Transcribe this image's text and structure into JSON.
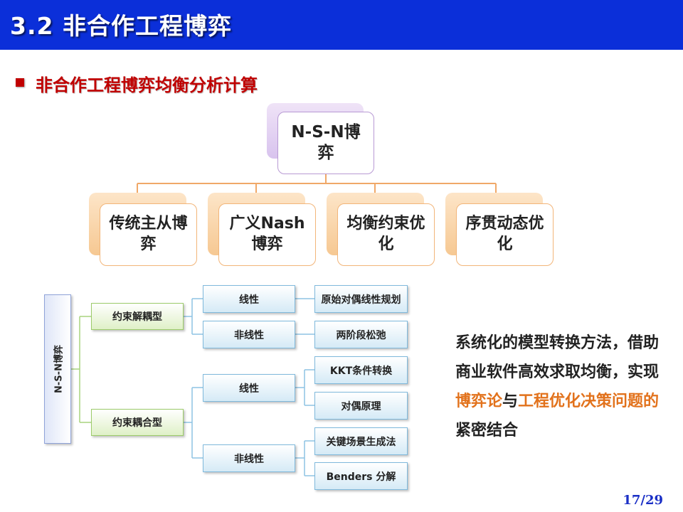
{
  "header": {
    "title": "3.2 非合作工程博弈"
  },
  "subtitle": "非合作工程博弈均衡分析计算",
  "top_tree": {
    "root": "N-S-N博弈",
    "categories": [
      "传统主从博弈",
      "广义Nash博弈",
      "均衡约束优化",
      "序贯动态优化"
    ]
  },
  "bottom_tree": {
    "root": "N-S-N博弈",
    "groups": [
      {
        "label": "约束解耦型",
        "children": [
          {
            "label": "线性",
            "methods": [
              "原始对偶线性规划"
            ]
          },
          {
            "label": "非线性",
            "methods": [
              "两阶段松弛"
            ]
          }
        ]
      },
      {
        "label": "约束耦合型",
        "children": [
          {
            "label": "线性",
            "methods": [
              "KKT条件转换",
              "对偶原理"
            ]
          },
          {
            "label": "非线性",
            "methods": [
              "关键场景生成法",
              "Benders 分解"
            ]
          }
        ]
      }
    ]
  },
  "summary": {
    "part1": "系统化的模型转换方法，借助商业软件高效求取均衡，实现",
    "hl1": "博弈论",
    "part2": "与",
    "hl2": "工程优化决策问题的",
    "part3": "紧密结合"
  },
  "colors": {
    "header_bg": "#0b2fd9",
    "subtitle": "#c00000",
    "highlight": "#e2721c",
    "page_number": "#1a2fc6"
  },
  "page_number": "17/29"
}
